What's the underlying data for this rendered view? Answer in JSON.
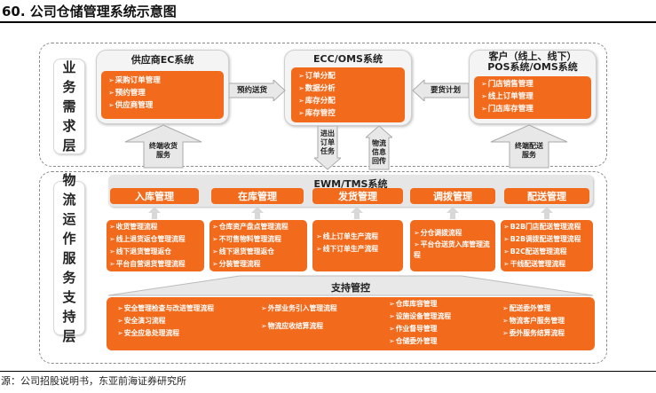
{
  "title": "60. 公司仓储管理系统示意图",
  "source": "源：公司招股说明书，东亚前海证券研究所",
  "sections": {
    "business": "业务需求层",
    "logistics": "物流运作服务支持层"
  },
  "systems": {
    "supplier": {
      "title": "供应商EC系统",
      "items": [
        "采购订单管理",
        "预约管理",
        "供应商管理"
      ]
    },
    "ecc": {
      "title": "ECC/OMS系统",
      "items": [
        "订单分配",
        "数据分析",
        "库存分配",
        "库存管控"
      ]
    },
    "customer": {
      "title": "客户（线上、线下）POS系统/OMS系统",
      "items": [
        "门店销售管理",
        "线上订单管理",
        "门店库存管理"
      ]
    }
  },
  "arrows": {
    "booking": "预约送货",
    "replenish": "要货计划",
    "supplier_up": "终端收货服务",
    "order_task": "进出订单任务",
    "logistics_info": "物流信息回传",
    "customer_up": "终端配送服务"
  },
  "ewm": {
    "title": "EWM/TMS系统",
    "modules": [
      {
        "name": "入库管理",
        "items": [
          "收货管理流程",
          "线上退货返仓管理流程",
          "线下退货管理返仓",
          "平台自营退货管理流程"
        ]
      },
      {
        "name": "在库管理",
        "items": [
          "仓库资产盘点管理流程",
          "不可售物料管理流程",
          "线下退货管理返仓",
          "分装管理流程"
        ]
      },
      {
        "name": "发货管理",
        "items": [
          "线上订单生产流程",
          "线下订单生产流程"
        ]
      },
      {
        "name": "调拨管理",
        "items": [
          "分仓调拨流程",
          "平台仓送货入库管理流程"
        ]
      },
      {
        "name": "配送管理",
        "items": [
          "B2B门店配送管理流程",
          "B2B调拨配送管理流程",
          "B2C配送管理流程",
          "干线配送管理流程"
        ]
      }
    ]
  },
  "support": {
    "title": "支持管控",
    "columns": [
      [
        "安全管理检查与改进管理流程",
        "安全演习流程",
        "安全应急处理流程"
      ],
      [
        "外部业务引入管理流程",
        "物流应收结算流程"
      ],
      [
        "仓库库容管理",
        "设施设备管理流程",
        "作业督导管理",
        "仓储委外管理"
      ],
      [
        "配送委外管理",
        "物流客户服务管理",
        "委外服务结算流程"
      ]
    ]
  },
  "colors": {
    "accent": "#f26a1b",
    "panel": "#f4f4f4",
    "dash": "#8a8a8a"
  }
}
